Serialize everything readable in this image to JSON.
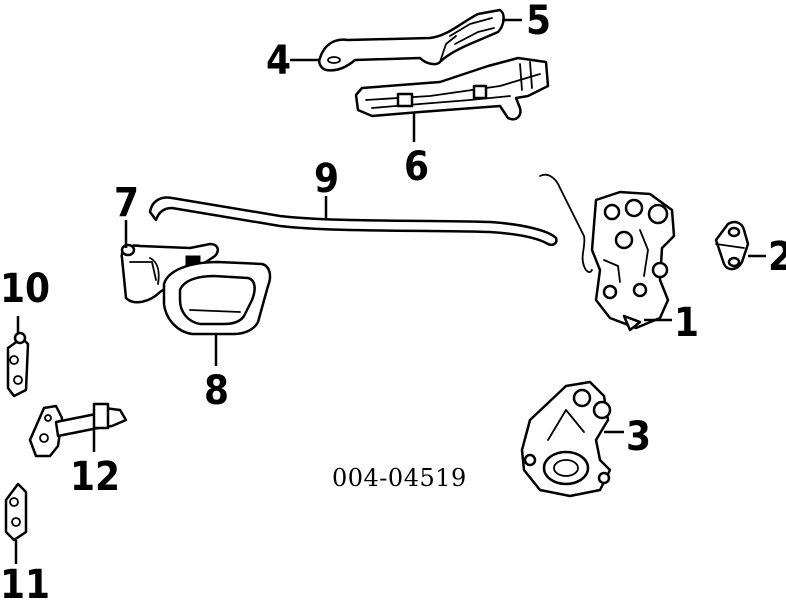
{
  "callouts": {
    "c1": "1",
    "c2": "2",
    "c3": "3",
    "c4": "4",
    "c5": "5",
    "c6": "6",
    "c7": "7",
    "c8": "8",
    "c9": "9",
    "c10": "10",
    "c11": "11",
    "c12": "12"
  },
  "diagram_code": "004-04519"
}
